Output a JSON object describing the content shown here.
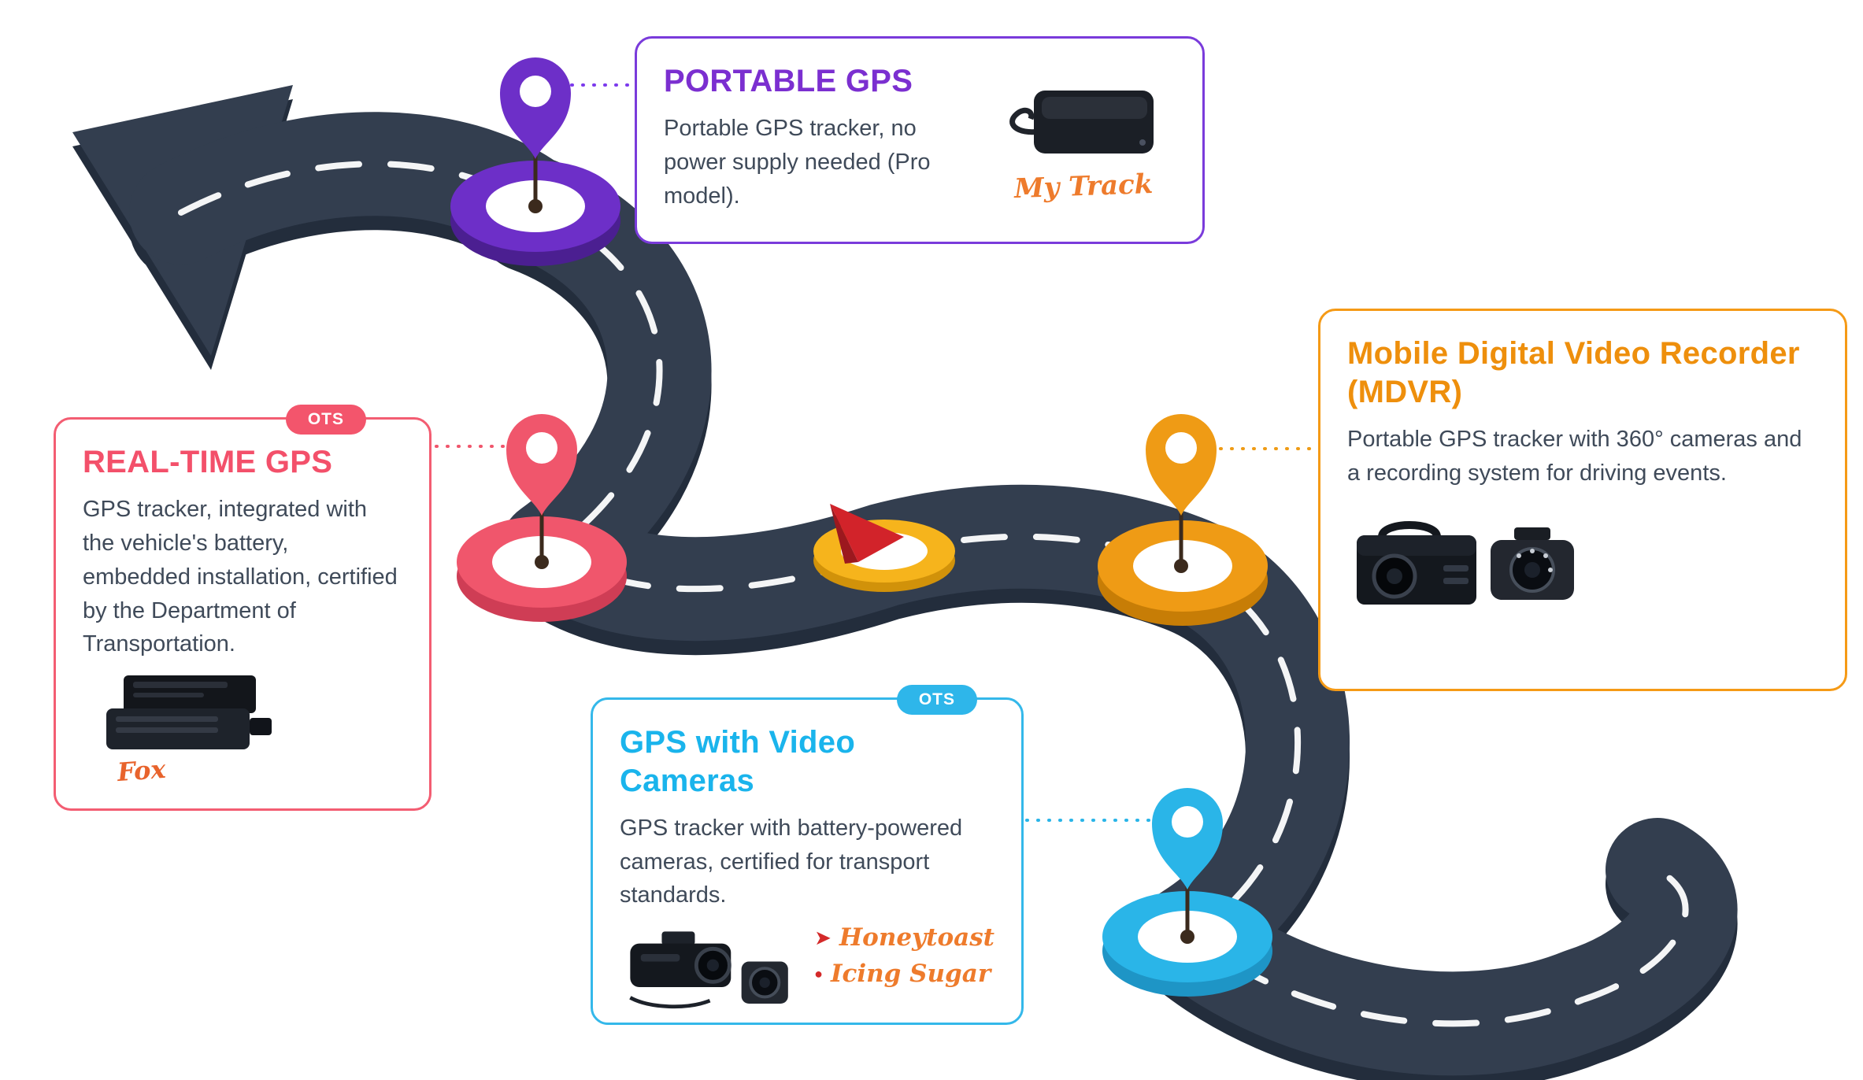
{
  "cards": {
    "portable_gps": {
      "title": "PORTABLE GPS",
      "body": "Portable GPS tracker, no power supply needed (Pro model).",
      "brand": "My Track",
      "accent": "#7b2fd0"
    },
    "realtime_gps": {
      "badge": "OTS",
      "title": "REAL-TIME GPS",
      "body": "GPS tracker, integrated with the vehicle's battery, embedded installation, certified by the Department of Transportation.",
      "brand": "Fox",
      "accent": "#f3506a"
    },
    "mdvr": {
      "title": "Mobile Digital Video Recorder (MDVR)",
      "body": "Portable GPS tracker with 360° cameras and a recording system for driving events.",
      "accent": "#ee8f0c"
    },
    "gps_video": {
      "badge": "OTS",
      "title": "GPS with Video Cameras",
      "body": "GPS tracker with battery-powered cameras, certified for transport standards.",
      "brands": [
        "Honeytoast",
        "Icing Sugar"
      ],
      "markers": [
        "➤",
        "●"
      ],
      "accent": "#1ab4ec"
    }
  },
  "colors": {
    "road": "#333e4f",
    "road_shadow": "#232d3c",
    "center_line": "#ffffff",
    "pin_purple": "#6d2fc8",
    "pin_red": "#f0566c",
    "pin_orange": "#ef9b15",
    "pin_cyan": "#2ab5e8",
    "compass_gold": "#f6b41c",
    "compass_needle": "#d2232a"
  }
}
